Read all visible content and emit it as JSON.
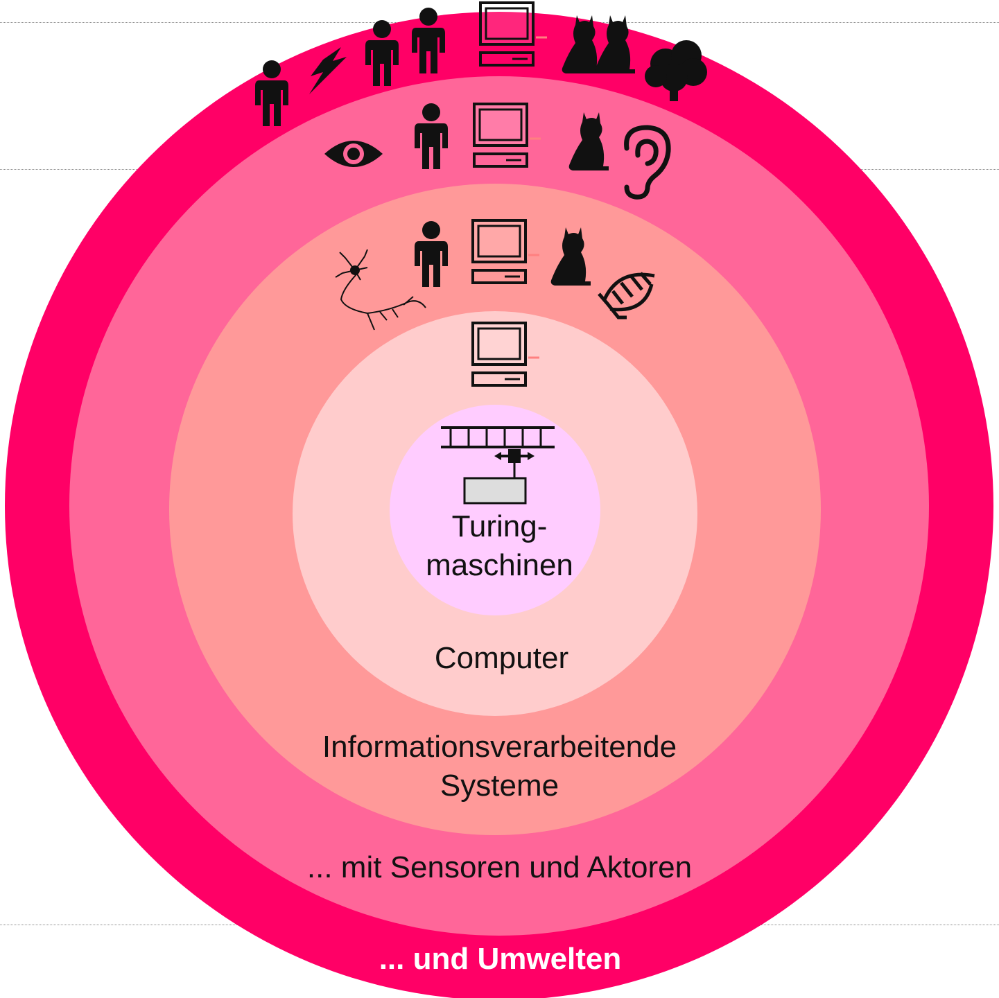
{
  "rings": [
    {
      "name": "environments",
      "label": "... und Umwelten",
      "color": "#ff0066"
    },
    {
      "name": "sensors-actors",
      "label": "... mit Sensoren und Aktoren",
      "color": "#ff6699"
    },
    {
      "name": "info-systems",
      "label": "Informationsverarbeitende\nSysteme",
      "color": "#ff9999"
    },
    {
      "name": "computer",
      "label": "Computer",
      "color": "#ffcccc"
    },
    {
      "name": "turing",
      "label": "Turing-\nmaschinen",
      "color": "#ffccff"
    }
  ],
  "icons": {
    "outer_ring": [
      "person-icon",
      "lightning-icon",
      "person-icon",
      "person-icon",
      "computer-icon",
      "cat-icon",
      "cat-icon",
      "tree-icon"
    ],
    "sensors_ring": [
      "eye-icon",
      "person-icon",
      "computer-icon",
      "cat-icon",
      "ear-icon"
    ],
    "info_ring": [
      "neuron-icon",
      "person-icon",
      "computer-icon",
      "cat-icon",
      "dna-icon"
    ],
    "computer_ring": [
      "computer-icon"
    ],
    "turing_ring": [
      "turing-machine-icon"
    ]
  }
}
